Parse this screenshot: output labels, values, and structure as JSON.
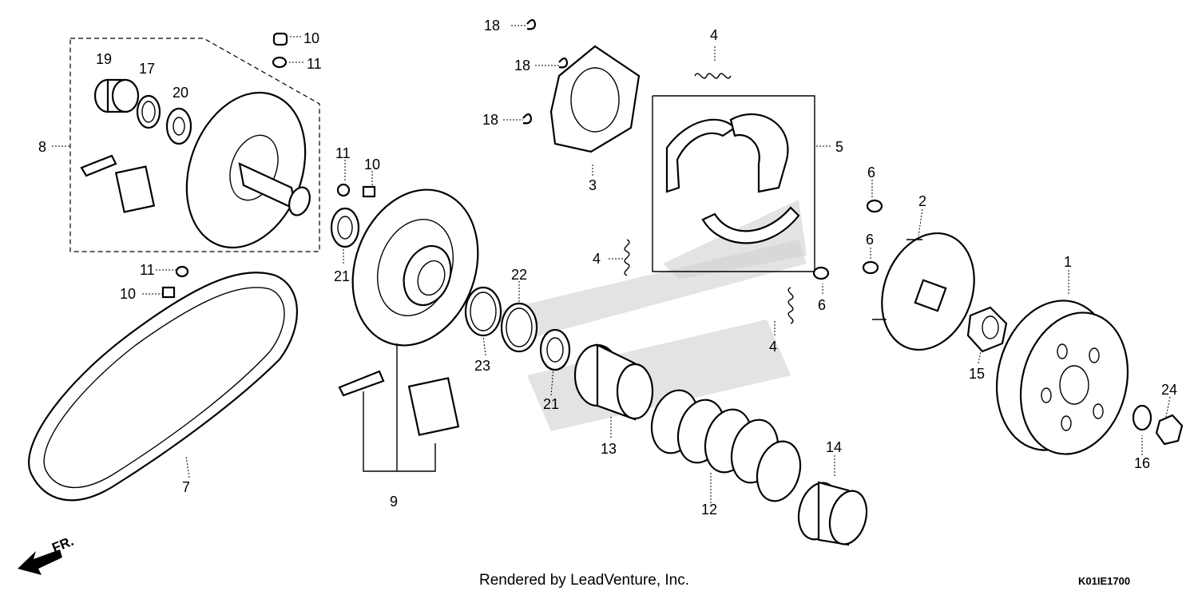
{
  "diagram": {
    "callouts": [
      {
        "id": "c19",
        "text": "19"
      },
      {
        "id": "c17",
        "text": "17"
      },
      {
        "id": "c20",
        "text": "20"
      },
      {
        "id": "c8",
        "text": "8"
      },
      {
        "id": "c10a",
        "text": "10"
      },
      {
        "id": "c11a",
        "text": "11"
      },
      {
        "id": "c11b",
        "text": "11"
      },
      {
        "id": "c10b",
        "text": "10"
      },
      {
        "id": "c11c",
        "text": "11"
      },
      {
        "id": "c10c",
        "text": "10"
      },
      {
        "id": "c21a",
        "text": "21"
      },
      {
        "id": "c7",
        "text": "7"
      },
      {
        "id": "c9",
        "text": "9"
      },
      {
        "id": "c23",
        "text": "23"
      },
      {
        "id": "c22",
        "text": "22"
      },
      {
        "id": "c21b",
        "text": "21"
      },
      {
        "id": "c13",
        "text": "13"
      },
      {
        "id": "c12",
        "text": "12"
      },
      {
        "id": "c14",
        "text": "14"
      },
      {
        "id": "c18a",
        "text": "18"
      },
      {
        "id": "c18b",
        "text": "18"
      },
      {
        "id": "c18c",
        "text": "18"
      },
      {
        "id": "c3",
        "text": "3"
      },
      {
        "id": "c4a",
        "text": "4"
      },
      {
        "id": "c5",
        "text": "5"
      },
      {
        "id": "c4b",
        "text": "4"
      },
      {
        "id": "c4c",
        "text": "4"
      },
      {
        "id": "c6a",
        "text": "6"
      },
      {
        "id": "c6b",
        "text": "6"
      },
      {
        "id": "c6c",
        "text": "6"
      },
      {
        "id": "c2",
        "text": "2"
      },
      {
        "id": "c1",
        "text": "1"
      },
      {
        "id": "c15",
        "text": "15"
      },
      {
        "id": "c24",
        "text": "24"
      },
      {
        "id": "c16",
        "text": "16"
      }
    ],
    "direction_label": "FR.",
    "credit": "Rendered by LeadVenture, Inc.",
    "diagram_code": "K01IE1700"
  }
}
